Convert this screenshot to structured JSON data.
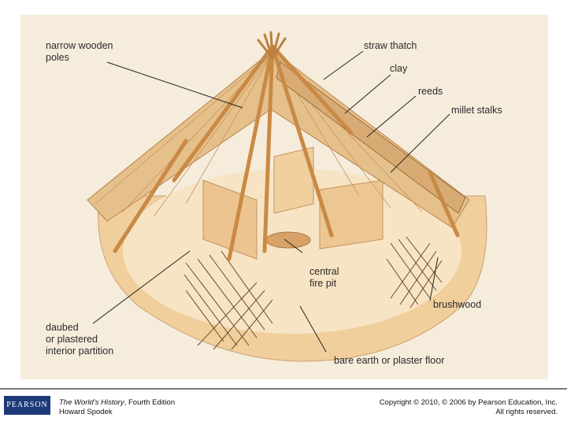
{
  "diagram": {
    "labels": {
      "narrow_wooden_poles": [
        "narrow wooden",
        "poles"
      ],
      "straw_thatch": [
        "straw thatch"
      ],
      "clay": [
        "clay"
      ],
      "reeds": [
        "reeds"
      ],
      "millet_stalks": [
        "millet stalks"
      ],
      "central_fire_pit": [
        "central",
        "fire pit"
      ],
      "brushwood": [
        "brushwood"
      ],
      "daubed_partition": [
        "daubed",
        "or plastered",
        "interior partition"
      ],
      "floor": [
        "bare earth or plaster floor"
      ]
    }
  },
  "footer": {
    "logo_text": "PEARSON",
    "book_title": "The World’s History",
    "book_edition": ", Fourth Edition",
    "author": "Howard Spodek",
    "copyright": "Copyright © 2010, © 2006 by Pearson Education, Inc.",
    "rights": "All rights reserved."
  },
  "colors": {
    "background": "#f6ecdc",
    "thatch": "#e6c08a",
    "wall": "#f0cf9d",
    "pole": "#c98a45",
    "leader_line": "#222222",
    "logo": "#1c3a78"
  }
}
